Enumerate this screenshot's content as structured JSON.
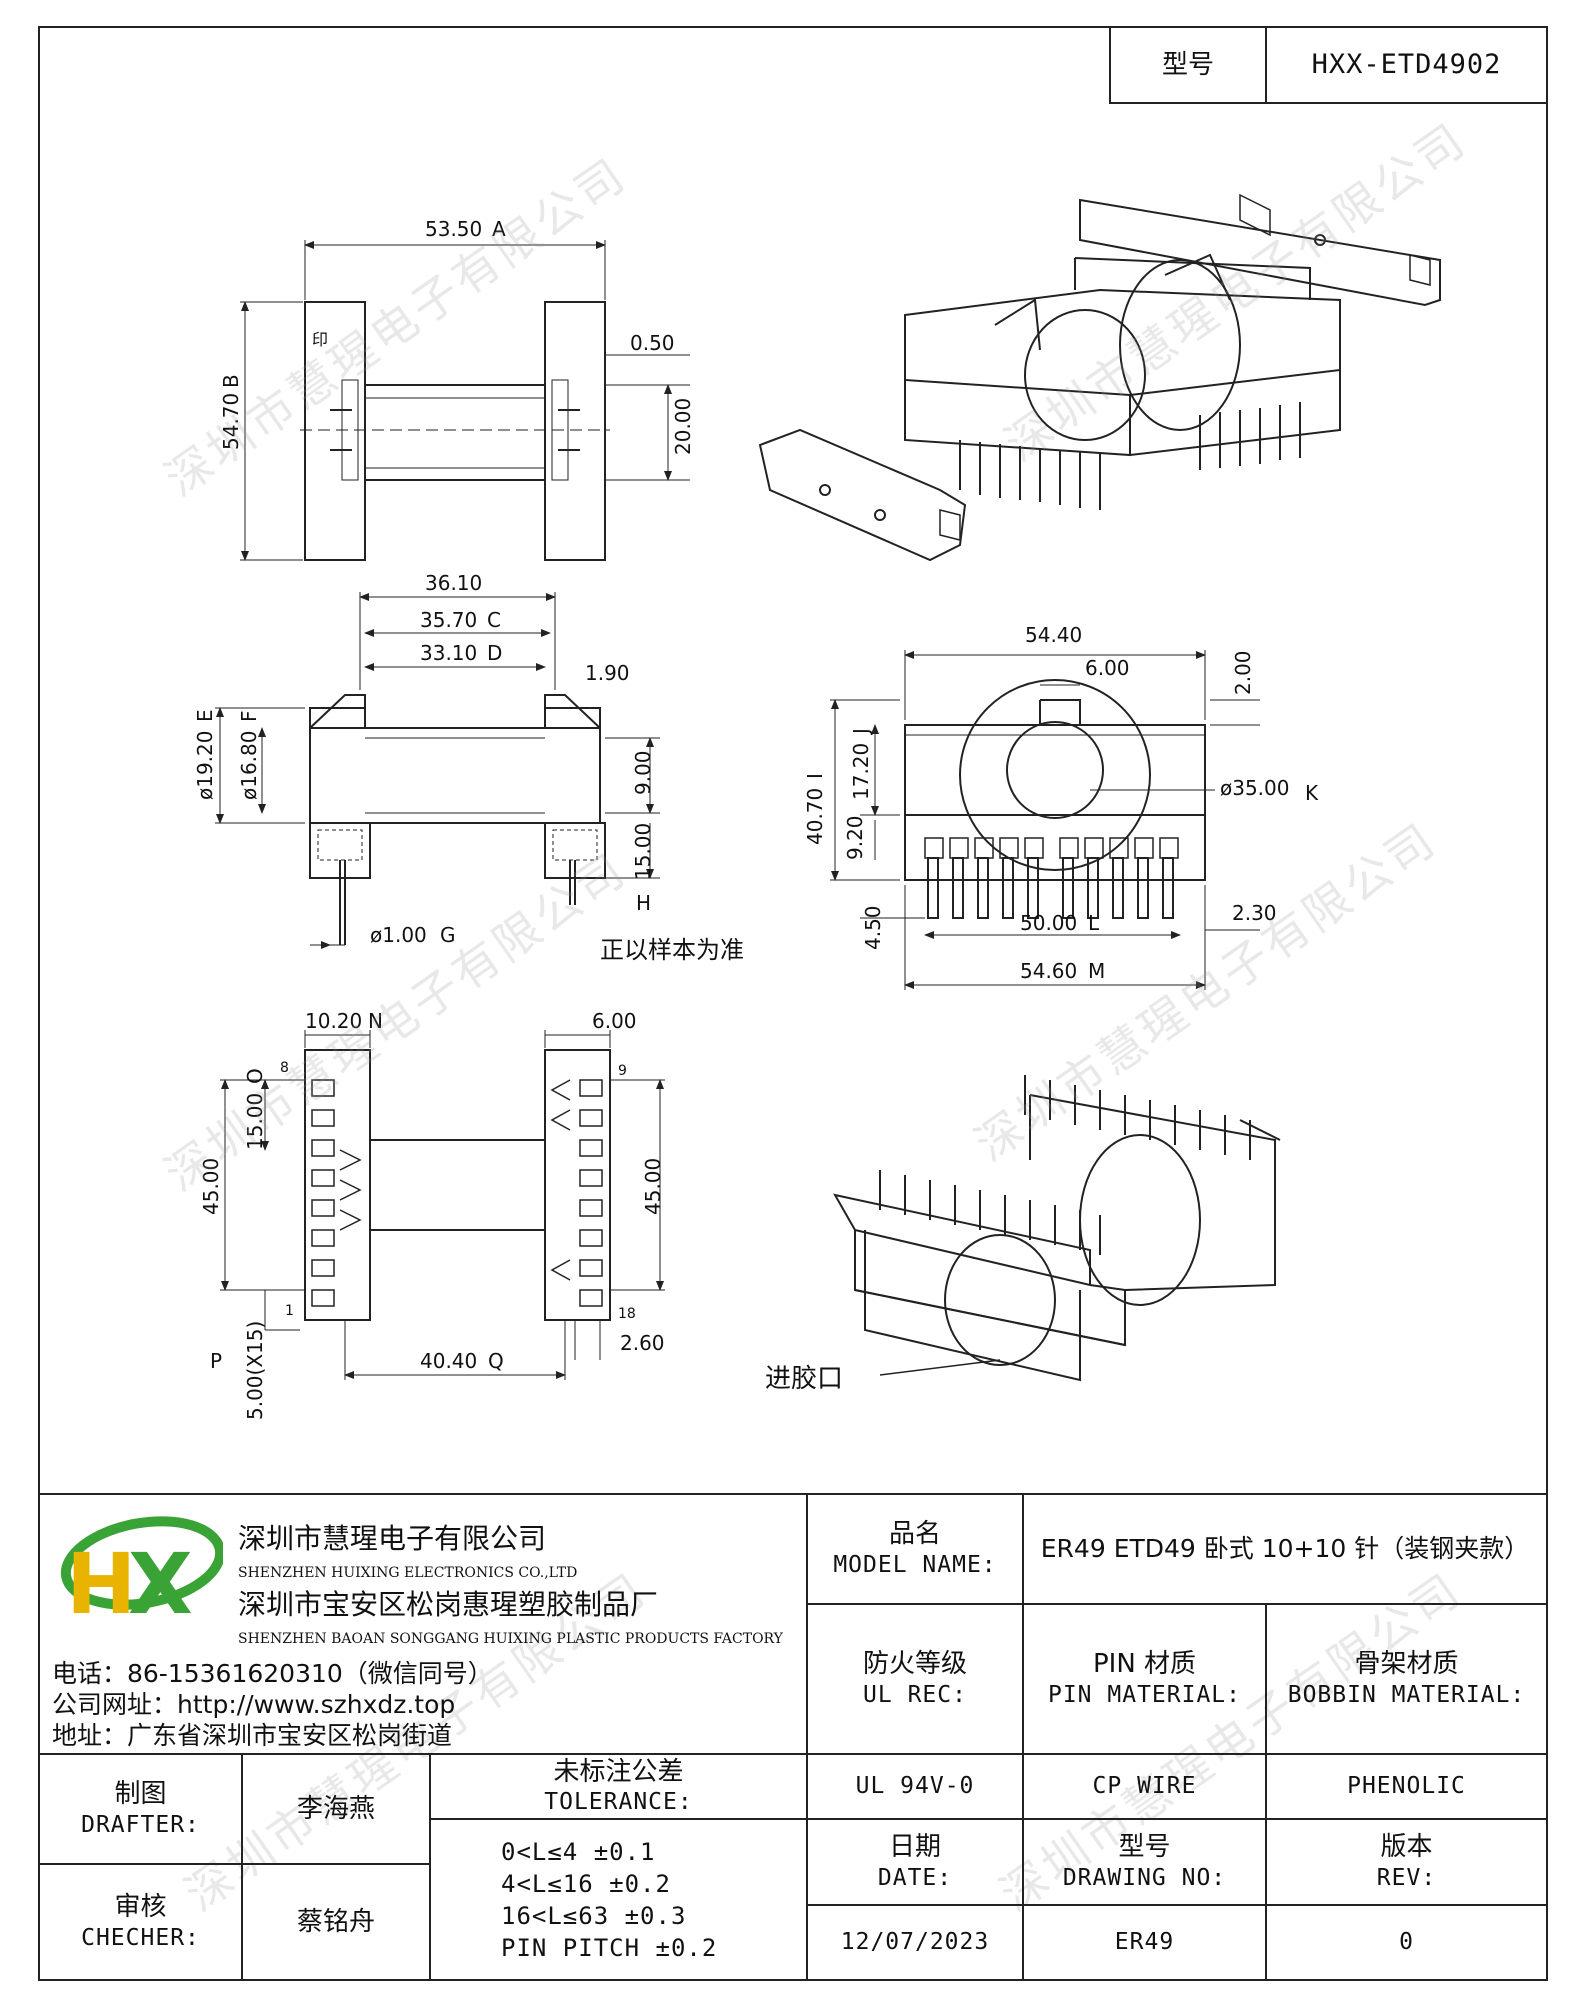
{
  "model_box": {
    "label": "型号",
    "value": "HXX-ETD4902"
  },
  "drawing": {
    "dims": {
      "d1": "53.50",
      "d1_tag": "A",
      "d2": "54.70",
      "d2_tag": "B",
      "d3": "0.50",
      "d4": "20.00",
      "d5": "36.10",
      "d6": "35.70",
      "d6_tag": "C",
      "d7": "33.10",
      "d7_tag": "D",
      "d8": "1.90",
      "d9": "ø19.20",
      "d9_tag": "E",
      "d10": "ø16.80",
      "d10_tag": "F",
      "d11": "9.00",
      "d12": "15.00",
      "d12_tag": "H",
      "d13": "ø1.00",
      "d13_tag": "G",
      "d14": "54.40",
      "d15": "6.00",
      "d16": "2.00",
      "d17": "40.70",
      "d17_tag": "I",
      "d18": "17.20",
      "d18_tag": "J",
      "d19": "ø35.00",
      "d19_tag": "K",
      "d20": "9.20",
      "d21": "4.50",
      "d22": "50.00",
      "d22_tag": "L",
      "d23": "2.30",
      "d24": "54.60",
      "d24_tag": "M",
      "d25": "10.20",
      "d25_tag": "N",
      "d26": "6.00",
      "d27": "15.00",
      "d27_tag": "O",
      "d28": "45.00",
      "d29": "45.00",
      "d30": "5.00(X15)",
      "d30_tag": "P",
      "d31": "40.40",
      "d31_tag": "Q",
      "d32": "2.60",
      "pin1": "1",
      "pin8": "8",
      "pin9": "9",
      "pin18": "18"
    },
    "logo_mark": "印",
    "note_text": "正以样本为准",
    "gate_label": "进胶口"
  },
  "title_block": {
    "company_cn": "深圳市慧瑆电子有限公司",
    "company_en": "SHENZHEN HUIXING ELECTRONICS CO.,LTD",
    "factory_cn": "深圳市宝安区松岗惠瑆塑胶制品厂",
    "factory_en": "SHENZHEN BAOAN SONGGANG HUIXING PLASTIC PRODUCTS FACTORY",
    "phone": "电话：86-15361620310（微信同号）",
    "website": "公司网址：http://www.szhxdz.top",
    "address": "地址：广东省深圳市宝安区松岗街道",
    "model_name_cn": "品名",
    "model_name_en": "MODEL NAME:",
    "model_name_value": "ER49 ETD49 卧式 10+10 针（装钢夹款）",
    "fire_cn": "防火等级",
    "fire_en": "UL REC:",
    "pin_mat_cn": "PIN 材质",
    "pin_mat_en": "PIN MATERIAL:",
    "bobbin_mat_cn": "骨架材质",
    "bobbin_mat_en": "BOBBIN MATERIAL:",
    "fire_value": "UL 94V-0",
    "pin_mat_value": "CP WIRE",
    "bobbin_mat_value": "PHENOLIC",
    "drafter_cn": "制图",
    "drafter_en": "DRAFTER:",
    "drafter_name": "李海燕",
    "checker_cn": "审核",
    "checker_en": "CHECHER:",
    "checker_name": "蔡铭舟",
    "tolerance_cn": "未标注公差",
    "tolerance_en": "TOLERANCE:",
    "tolerances": [
      "0<L≤4  ±0.1",
      "4<L≤16  ±0.2",
      "16<L≤63  ±0.3",
      "PIN PITCH  ±0.2"
    ],
    "date_cn": "日期",
    "date_en": "DATE:",
    "date_value": "12/07/2023",
    "drawing_no_cn": "型号",
    "drawing_no_en": "DRAWING NO:",
    "drawing_no_value": "ER49",
    "rev_cn": "版本",
    "rev_en": "REV:",
    "rev_value": "0"
  },
  "watermark": "深圳市慧瑆电子有限公司",
  "colors": {
    "logo_green": "#3aa335",
    "logo_yellow": "#e8b400",
    "line": "#222222"
  }
}
